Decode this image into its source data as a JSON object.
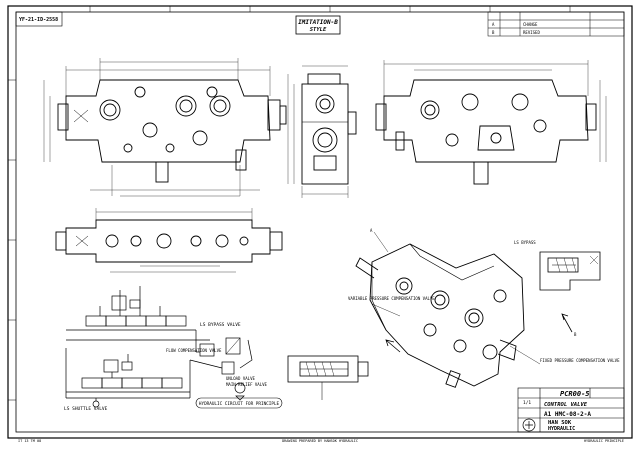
{
  "drawing": {
    "top_left_id": "YF-21-ID-2558",
    "title_block_stamp_line1": "IMITATION-B",
    "title_block_stamp_line2": "STYLE",
    "model": "PCR00-5",
    "part_name": "CONTROL VALVE",
    "drawing_no": "A1 HMC-08-2-A",
    "company_line1": "HAN SOK",
    "company_line2": "HYDRAULIC",
    "sheet_size": "A1",
    "scale": "1/1",
    "revision_rows": [
      {
        "rev": "A",
        "note": "CHANGE"
      },
      {
        "rev": "B",
        "note": "REVISED"
      }
    ]
  },
  "labels": {
    "ls_bypass_valve": "LS BYPASS VALVE",
    "flow_compensation_valve": "FLOW COMPENSATION VALVE",
    "unload_valve": "UNLOAD VALVE",
    "main_relief_valve": "MAIN RELIEF VALVE",
    "ls_shuttle_valve": "LS SHUTTLE VALVE",
    "hydraulic_circuit": "HYDRAULIC CIRCUIT FOR PRINCIPLE",
    "variable_pressure": "VARIABLE PRESSURE COMPENSATION VALVE",
    "fixed_pressure": "FIXED PRESSURE COMPENSATION VALVE",
    "ls_bypass_note": "LS BYPASS",
    "view_a": "A",
    "view_b": "B"
  },
  "footer": {
    "left_note": "IT  13  TM  08",
    "center_note": "DRAWING PREPARED BY HANSOK HYDRAULIC",
    "right_note": "HYDRAULIC PRINCIPLE"
  },
  "colors": {
    "line": "#000000",
    "paper": "#ffffff"
  }
}
